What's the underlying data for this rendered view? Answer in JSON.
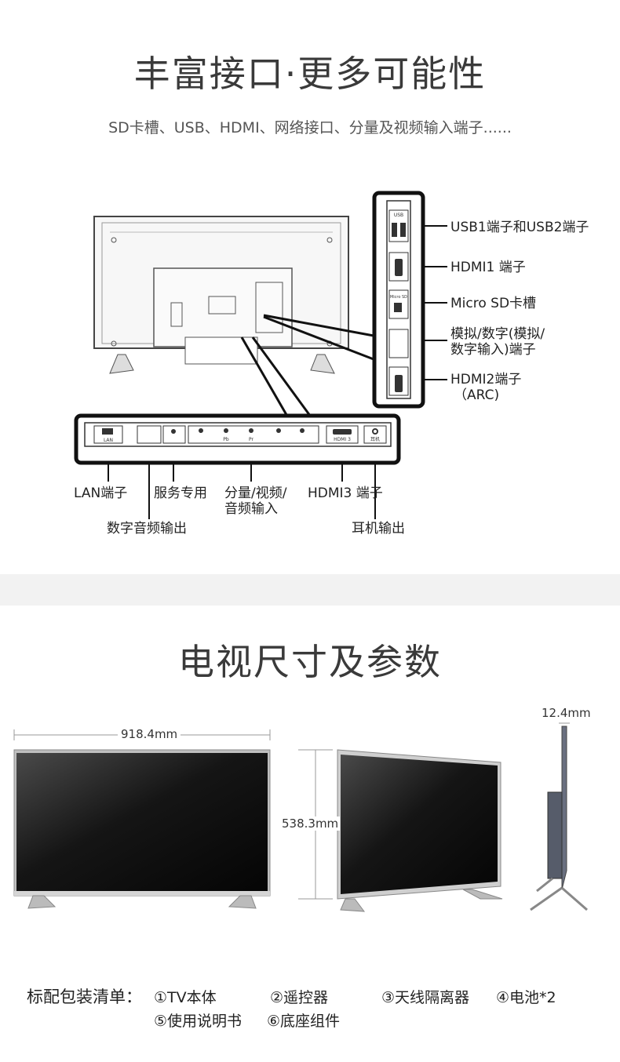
{
  "section1": {
    "title": "丰富接口·更多可能性",
    "subtitle": "SD卡槽、USB、HDMI、网络接口、分量及视频输入端子......",
    "side_ports": {
      "usb": "USB1端子和USB2端子",
      "hdmi1": "HDMI1 端子",
      "sd": "Micro SD卡槽",
      "analog_1": "模拟/数字(模拟/",
      "analog_2": "数字输入)端子",
      "hdmi2_1": "HDMI2端子",
      "hdmi2_2": "（ARC)"
    },
    "panel_ports": {
      "lan": "LAN端子",
      "service": "服务专用",
      "component_1": "分量/视频/",
      "component_2": "音频输入",
      "hdmi3": "HDMI3 端子",
      "digital_audio": "数字音频输出",
      "headphone": "耳机输出"
    },
    "panel_tiny": {
      "lan": "LAN",
      "hdmi3": "HDMI 3",
      "ear": "耳机",
      "pb": "Pb",
      "pr": "Pr",
      "usb": "USB",
      "sd": "Micro SD"
    }
  },
  "section2": {
    "title": "电视尺寸及参数",
    "width_dim": "918.4mm",
    "height_dim": "538.3mm",
    "depth_dim": "12.4mm"
  },
  "package": {
    "head": "标配包装清单：",
    "items": [
      "①TV本体",
      "②遥控器",
      "③天线隔离器",
      "④电池*2",
      "⑤使用说明书",
      "⑥底座组件"
    ]
  },
  "colors": {
    "accent": "#111111",
    "band": "#f2f2f2",
    "text": "#333333"
  }
}
